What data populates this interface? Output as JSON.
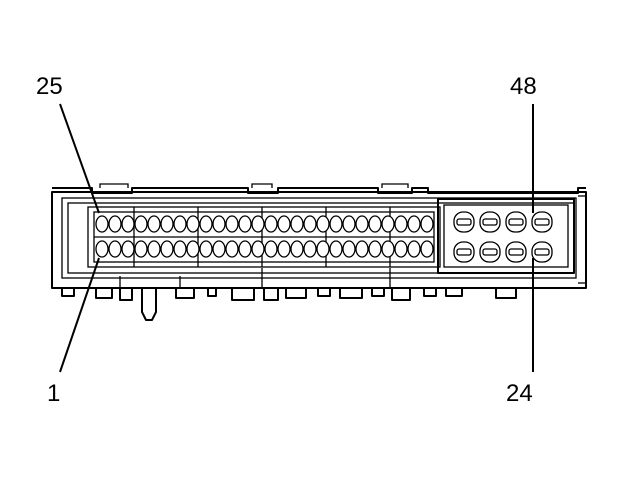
{
  "callouts": {
    "top_left": "25",
    "top_right": "48",
    "bottom_left": "1",
    "bottom_right": "24"
  }
}
